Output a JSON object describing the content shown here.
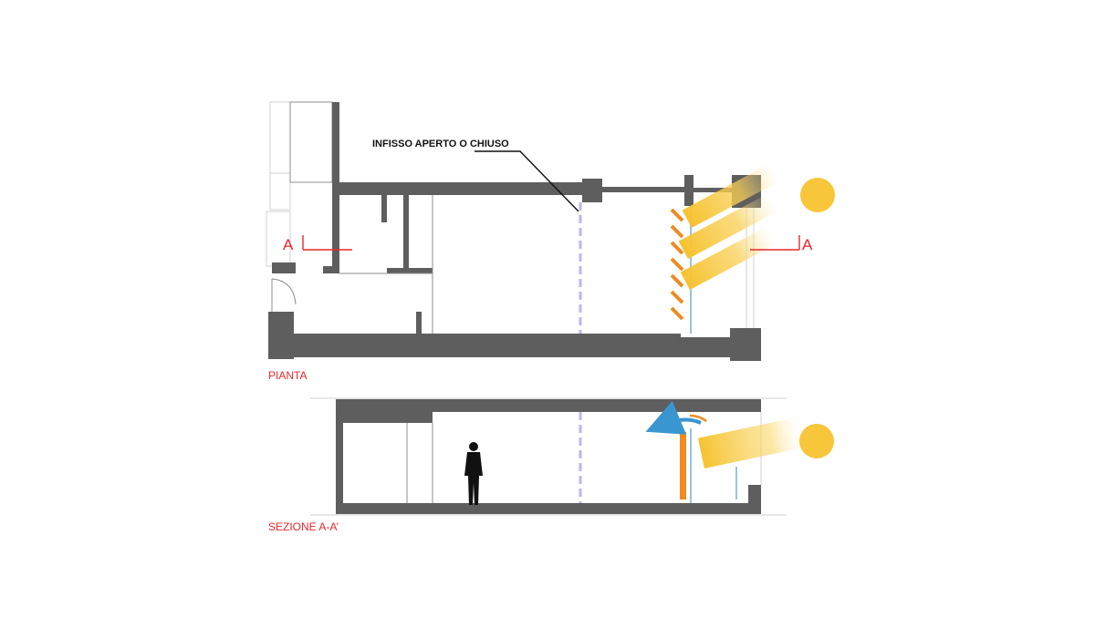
{
  "labels": {
    "callout": "INFISSO APERTO O CHIUSO",
    "plan_title": "PIANTA",
    "section_title": "SEZIONE A-A’",
    "cut_left": "A",
    "cut_right": "A"
  },
  "colors": {
    "wall": "#5e5e5e",
    "label_red": "#e8262b",
    "louver_orange": "#f08a21",
    "sun_yellow": "#f8c63a",
    "glass_blue": "#93c4e6",
    "sliding_glass_lilac": "#b6b9f3",
    "arrow_blue": "#3a96d0"
  },
  "icons": {
    "sun": "sun-icon",
    "person": "person-silhouette-icon",
    "rotation": "curved-arrow-icon"
  }
}
